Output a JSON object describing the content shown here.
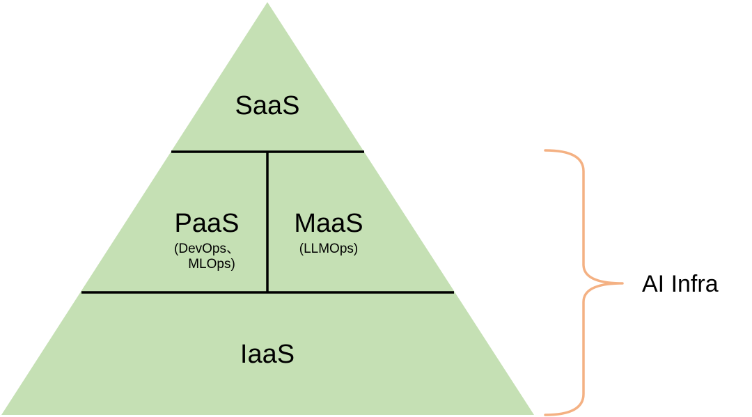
{
  "colors": {
    "pyramid_fill": "#c5e0b4",
    "divider": "#000000",
    "brace": "#f4b183"
  },
  "layers": {
    "saas": {
      "label": "SaaS"
    },
    "paas": {
      "label": "PaaS",
      "sub_line1": "(DevOps、",
      "sub_line2": "MLOps)"
    },
    "maas": {
      "label": "MaaS",
      "sub": "(LLMOps)"
    },
    "iaas": {
      "label": "IaaS"
    }
  },
  "brace_label": "AI Infra"
}
